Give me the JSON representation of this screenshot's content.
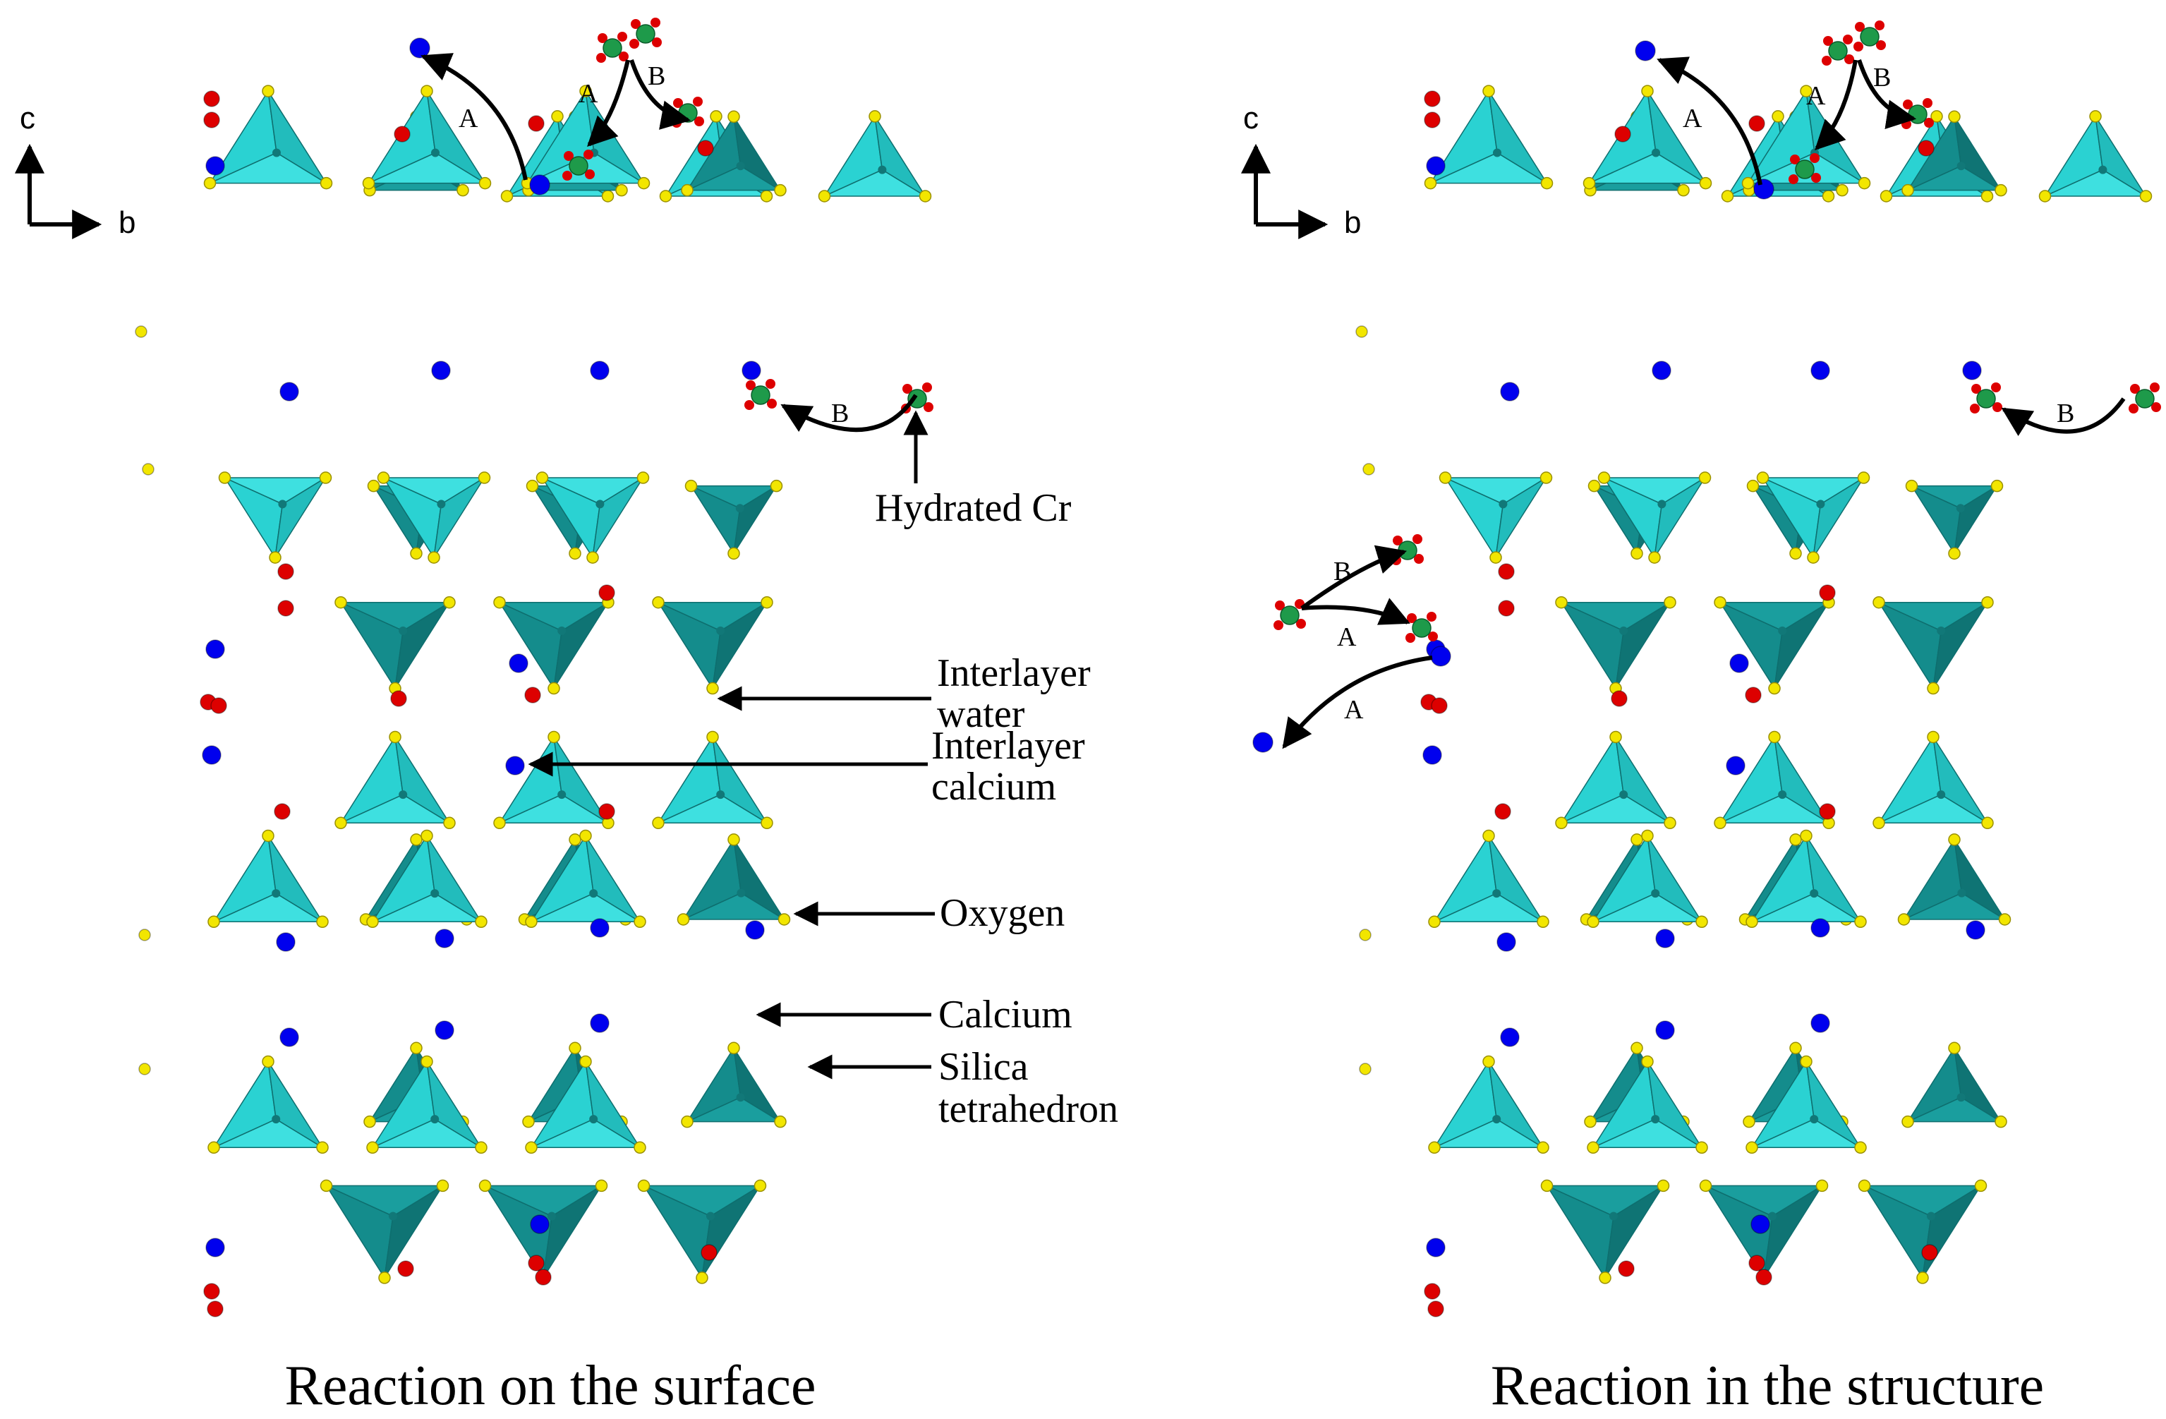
{
  "panels": {
    "left": {
      "caption": "Reaction on the surface"
    },
    "right": {
      "caption": "Reaction in the structure"
    }
  },
  "axes": {
    "vertical": "c",
    "horizontal": "b"
  },
  "reaction_paths": {
    "a": "A",
    "b": "B"
  },
  "labels": {
    "hydrated_cr": "Hydrated Cr",
    "interlayer_water_1": "Interlayer",
    "interlayer_water_2": "water",
    "interlayer_calcium_1": "Interlayer",
    "interlayer_calcium_2": "calcium",
    "oxygen": "Oxygen",
    "calcium": "Calcium",
    "silica_1": "Silica",
    "silica_2": "tetrahedron"
  },
  "colors": {
    "tetra_light": "#2ad2d2",
    "tetra_dark": "#148c8c",
    "oxygen": "#f2e600",
    "calcium": "#0000ee",
    "water": "#dd0000",
    "chromium": "#1e9a4a"
  }
}
